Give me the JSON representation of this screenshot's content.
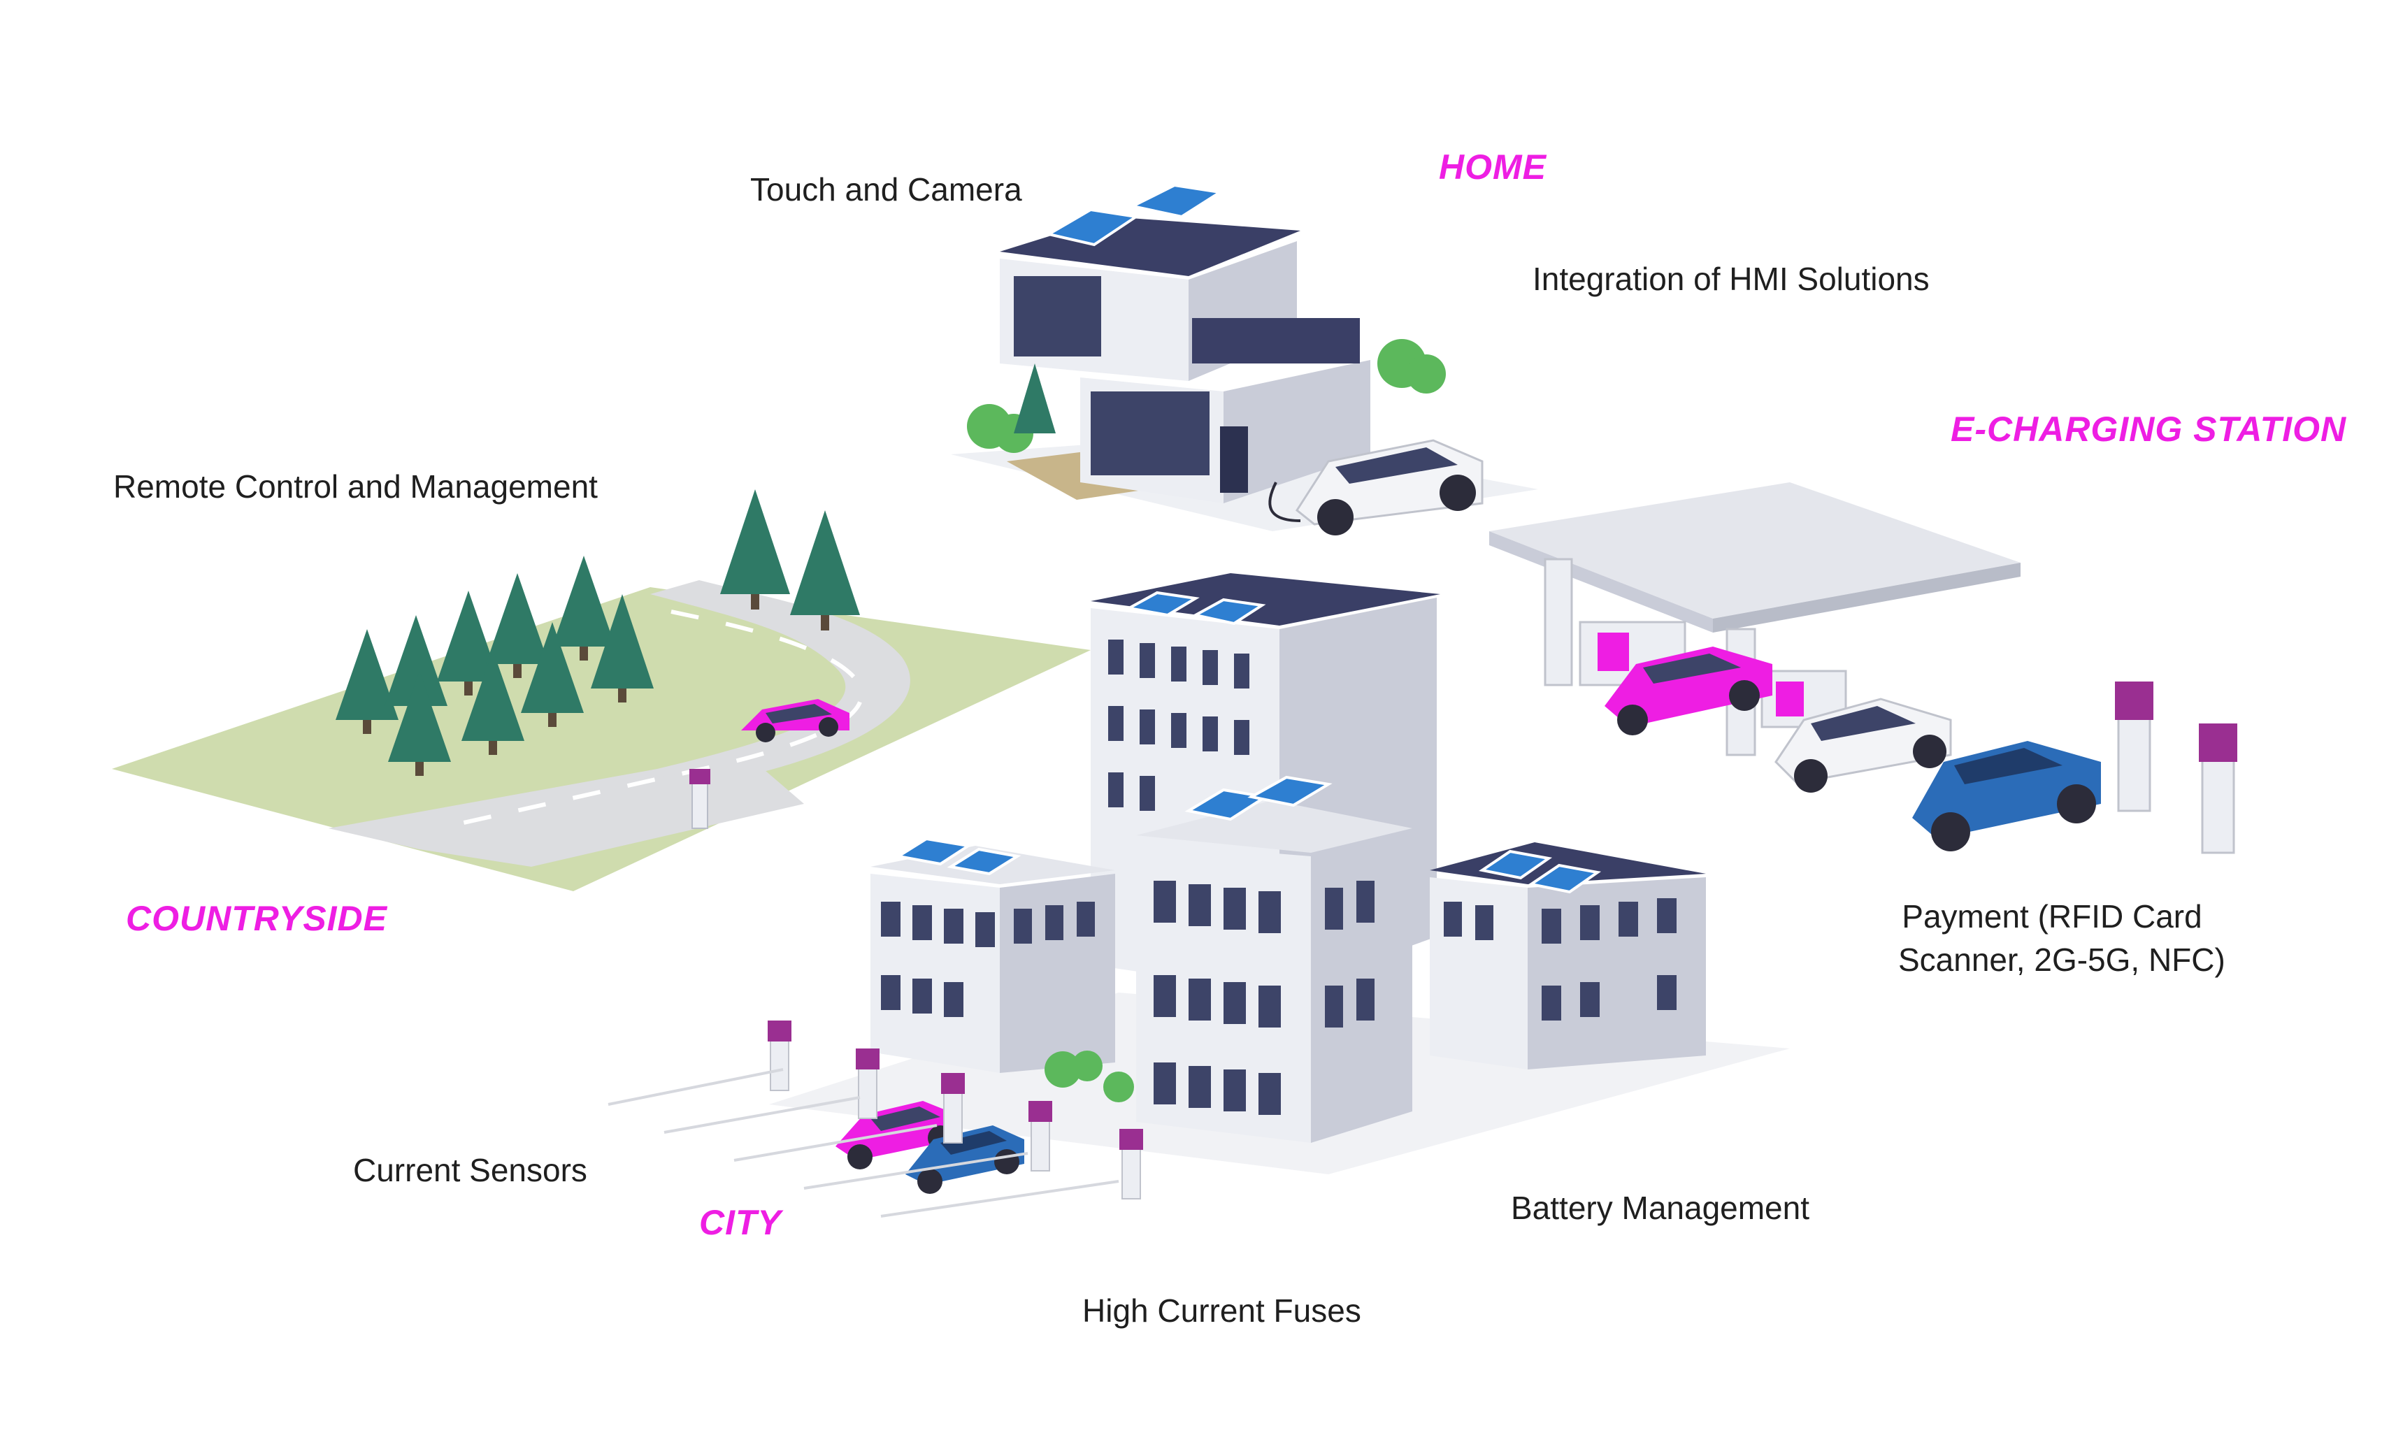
{
  "zones": {
    "home": "HOME",
    "e_charging_station": "E-CHARGING STATION",
    "countryside": "COUNTRYSIDE",
    "city": "CITY"
  },
  "features": {
    "touch_and_camera": "Touch and Camera",
    "hmi_integration": "Integration of HMI Solutions",
    "remote_control": "Remote Control and Management",
    "payment_line1": "Payment (RFID Card",
    "payment_line2": "Scanner, 2G-5G, NFC)",
    "current_sensors": "Current Sensors",
    "battery_management": "Battery Management",
    "high_current_fuses": "High Current Fuses"
  },
  "colors": {
    "accent_magenta": "#ee1ee3",
    "ev_blue": "#2b6cb8",
    "grass": "#cfdcae",
    "tree": "#2f7a66",
    "road": "#dcdde0",
    "building": "#eceef3",
    "building_dark": "#c9ccd8",
    "window": "#3d4468",
    "roof": "#3a3f66",
    "solar": "#2e7fd1"
  }
}
